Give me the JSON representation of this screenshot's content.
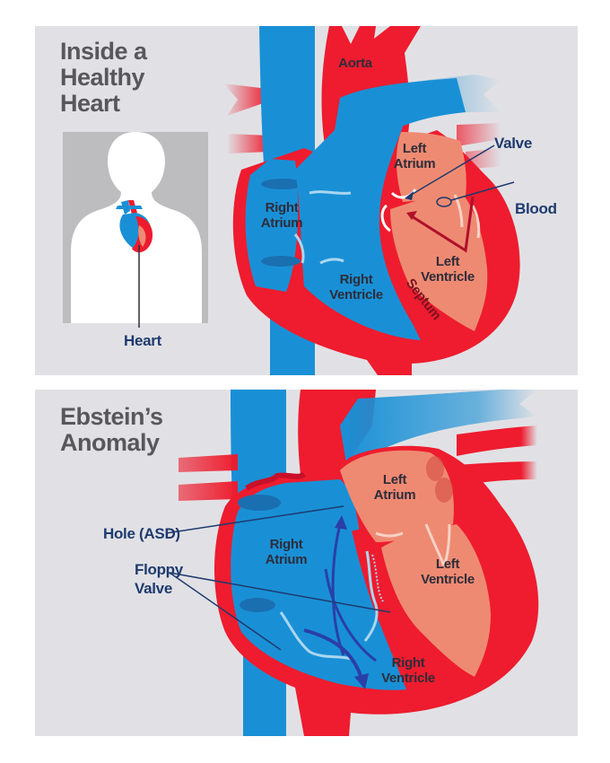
{
  "colors": {
    "panel_bg": "#e1e1e5",
    "title_gray": "#58585c",
    "oxygen_poor_blue": "#1990d6",
    "oxygen_rich_red": "#ee1c2e",
    "chamber_salmon": "#ef8a72",
    "label_navy": "#1f3a6e",
    "label_dark": "#2d2d3a"
  },
  "panels": [
    {
      "id": "healthy",
      "title": "Inside a\nHealthy\nHeart",
      "inset": {
        "callout": "Heart"
      },
      "labels": {
        "aorta": "Aorta",
        "left_atrium": "Left\nAtrium",
        "right_atrium": "Right\nAtrium",
        "right_ventricle": "Right\nVentricle",
        "left_ventricle": "Left\nVentricle",
        "septum": "Septum"
      },
      "callouts": {
        "valve": "Valve",
        "blood": "Blood"
      }
    },
    {
      "id": "ebstein",
      "title": "Ebstein’s\nAnomaly",
      "labels": {
        "left_atrium": "Left\nAtrium",
        "right_atrium": "Right\nAtrium",
        "left_ventricle": "Left\nVentricle",
        "right_ventricle": "Right\nVentricle"
      },
      "callouts": {
        "hole": "Hole (ASD)",
        "floppy_valve": "Floppy\nValve"
      }
    }
  ]
}
